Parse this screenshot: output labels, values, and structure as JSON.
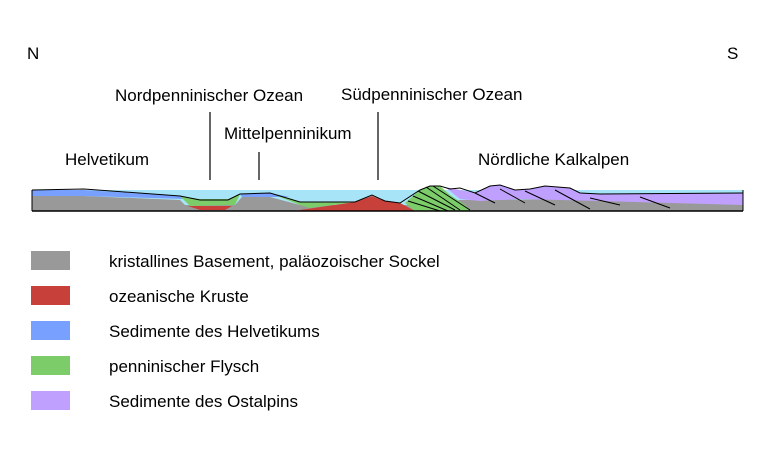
{
  "compass": {
    "north": "N",
    "south": "S"
  },
  "labels": {
    "helvetikum": "Helvetikum",
    "nordpenninisch": "Nordpenninischer Ozean",
    "mittelpenninikum": "Mittelpenninikum",
    "suedpenninisch": "Südpenninischer Ozean",
    "kalkalpen": "Nördliche Kalkalpen"
  },
  "colors": {
    "basement": "#999999",
    "crust": "#c8403a",
    "helvetic": "#77a0ff",
    "flysch": "#7ccd6a",
    "ostalpin": "#c0a0ff",
    "water": "#a8e4f8"
  },
  "legend": [
    {
      "label": "kristallines Basement, paläozoischer Sockel",
      "color": "#999999"
    },
    {
      "label": "ozeanische Kruste",
      "color": "#c8403a"
    },
    {
      "label": "Sedimente des Helvetikums",
      "color": "#77a0ff"
    },
    {
      "label": "penninischer Flysch",
      "color": "#7ccd6a"
    },
    {
      "label": "Sedimente des Ostalpins",
      "color": "#c0a0ff"
    }
  ]
}
